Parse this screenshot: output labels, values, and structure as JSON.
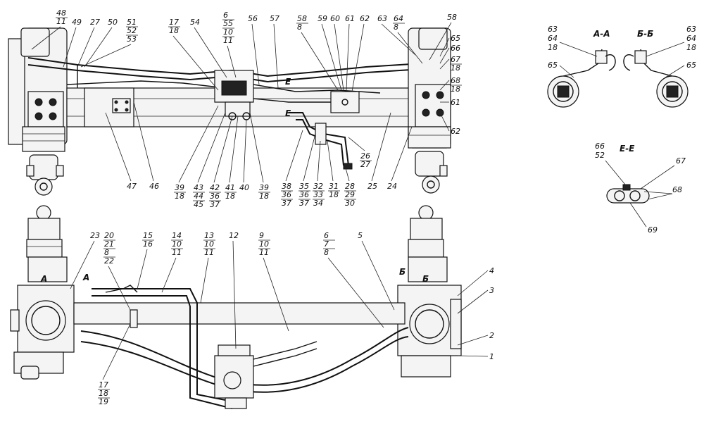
{
  "callouts_top": [
    {
      "id": "c48",
      "lines": [
        "48",
        "11"
      ]
    },
    {
      "id": "c49",
      "lines": [
        "49"
      ]
    },
    {
      "id": "c27a",
      "lines": [
        "27"
      ]
    },
    {
      "id": "c50",
      "lines": [
        "50"
      ]
    },
    {
      "id": "c51",
      "lines": [
        "51",
        "52",
        "53"
      ]
    },
    {
      "id": "c17a",
      "lines": [
        "17",
        "18"
      ]
    },
    {
      "id": "c54",
      "lines": [
        "54"
      ]
    },
    {
      "id": "c6a",
      "lines": [
        "6",
        "55",
        "10",
        "11"
      ]
    },
    {
      "id": "c56",
      "lines": [
        "56"
      ]
    },
    {
      "id": "c57",
      "lines": [
        "57"
      ]
    },
    {
      "id": "c58a",
      "lines": [
        "58",
        "8"
      ]
    },
    {
      "id": "c59",
      "lines": [
        "59"
      ]
    },
    {
      "id": "c60",
      "lines": [
        "60"
      ]
    },
    {
      "id": "c61",
      "lines": [
        "61"
      ]
    },
    {
      "id": "c62a",
      "lines": [
        "62"
      ]
    },
    {
      "id": "c63",
      "lines": [
        "63"
      ]
    },
    {
      "id": "c64a",
      "lines": [
        "64",
        "8"
      ]
    },
    {
      "id": "c58b",
      "lines": [
        "58"
      ]
    },
    {
      "id": "c65",
      "lines": [
        "65"
      ]
    },
    {
      "id": "c66",
      "lines": [
        "66"
      ]
    },
    {
      "id": "c67",
      "lines": [
        "67",
        "18"
      ]
    },
    {
      "id": "c68",
      "lines": [
        "68",
        "18"
      ]
    },
    {
      "id": "c61b",
      "lines": [
        "61"
      ]
    },
    {
      "id": "c62b",
      "lines": [
        "62"
      ]
    },
    {
      "id": "c47",
      "lines": [
        "47"
      ]
    },
    {
      "id": "c46",
      "lines": [
        "46"
      ]
    },
    {
      "id": "c39a",
      "lines": [
        "39",
        "18"
      ]
    },
    {
      "id": "c43",
      "lines": [
        "43",
        "44",
        "45"
      ]
    },
    {
      "id": "c42",
      "lines": [
        "42",
        "36",
        "37"
      ]
    },
    {
      "id": "c41",
      "lines": [
        "41",
        "18"
      ]
    },
    {
      "id": "c40",
      "lines": [
        "40"
      ]
    },
    {
      "id": "c39b",
      "lines": [
        "39",
        "18"
      ]
    },
    {
      "id": "c38",
      "lines": [
        "38",
        "36",
        "37"
      ]
    },
    {
      "id": "c35",
      "lines": [
        "35",
        "36",
        "37"
      ]
    },
    {
      "id": "c32",
      "lines": [
        "32",
        "33",
        "34"
      ]
    },
    {
      "id": "c31",
      "lines": [
        "31",
        "18"
      ]
    },
    {
      "id": "c28",
      "lines": [
        "28",
        "29",
        "30"
      ]
    },
    {
      "id": "c26",
      "lines": [
        "26",
        "27"
      ]
    },
    {
      "id": "c25",
      "lines": [
        "25"
      ]
    },
    {
      "id": "c24",
      "lines": [
        "24"
      ]
    }
  ],
  "callouts_bottom": [
    {
      "id": "c23",
      "lines": [
        "23"
      ]
    },
    {
      "id": "c20",
      "lines": [
        "20",
        "21",
        "8",
        "22"
      ]
    },
    {
      "id": "c15",
      "lines": [
        "15",
        "16"
      ]
    },
    {
      "id": "c14",
      "lines": [
        "14",
        "10",
        "11"
      ]
    },
    {
      "id": "c13",
      "lines": [
        "13",
        "10",
        "11"
      ]
    },
    {
      "id": "c12",
      "lines": [
        "12"
      ]
    },
    {
      "id": "c9",
      "lines": [
        "9",
        "10",
        "11"
      ]
    },
    {
      "id": "c6b",
      "lines": [
        "6",
        "7",
        "8"
      ]
    },
    {
      "id": "c5",
      "lines": [
        "5"
      ]
    },
    {
      "id": "c4",
      "lines": [
        "4"
      ]
    },
    {
      "id": "c3",
      "lines": [
        "3"
      ]
    },
    {
      "id": "c2",
      "lines": [
        "2"
      ]
    },
    {
      "id": "c1",
      "lines": [
        "1"
      ]
    },
    {
      "id": "c17b",
      "lines": [
        "17",
        "18",
        "19"
      ]
    }
  ],
  "section_marks": {
    "A_bottom_left": "A",
    "A_arrow": "A",
    "B_bottom_right": "Б",
    "B_small": "Б",
    "E_top_a": "E",
    "E_top_b": "E"
  },
  "section_AA": {
    "title": "A-A",
    "labels": [
      "63",
      "64",
      "18",
      "65"
    ]
  },
  "section_BB": {
    "title": "Б-Б",
    "labels": [
      "63",
      "64",
      "18",
      "65"
    ]
  },
  "section_EE": {
    "title": "E-E",
    "labels": [
      "66",
      "52",
      "67",
      "68",
      "69"
    ]
  }
}
